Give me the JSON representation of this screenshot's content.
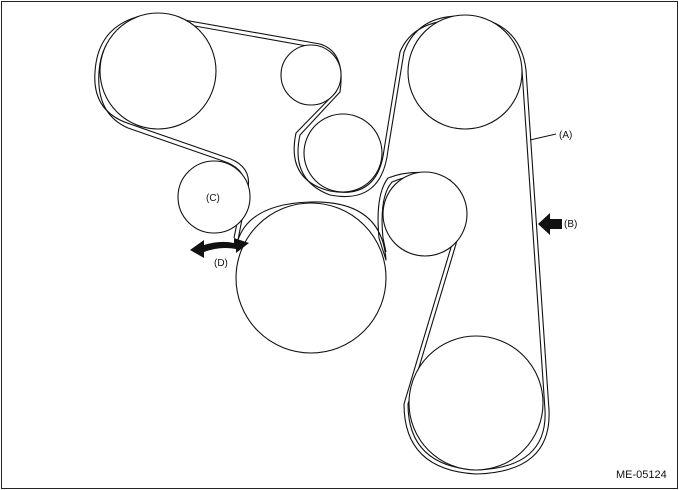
{
  "labels": {
    "belt": "(A)",
    "pressing_point": "(B)",
    "pulley_c": "(C)",
    "direction": "(D)"
  },
  "figure_code": "ME-05124",
  "colors": {
    "line": "#111111",
    "arrow": "#111111",
    "background": "#ffffff"
  },
  "icons": {
    "press_arrow": "left-pointing-arrow-icon",
    "rotate_arrow": "double-headed-curved-arrow-icon"
  }
}
